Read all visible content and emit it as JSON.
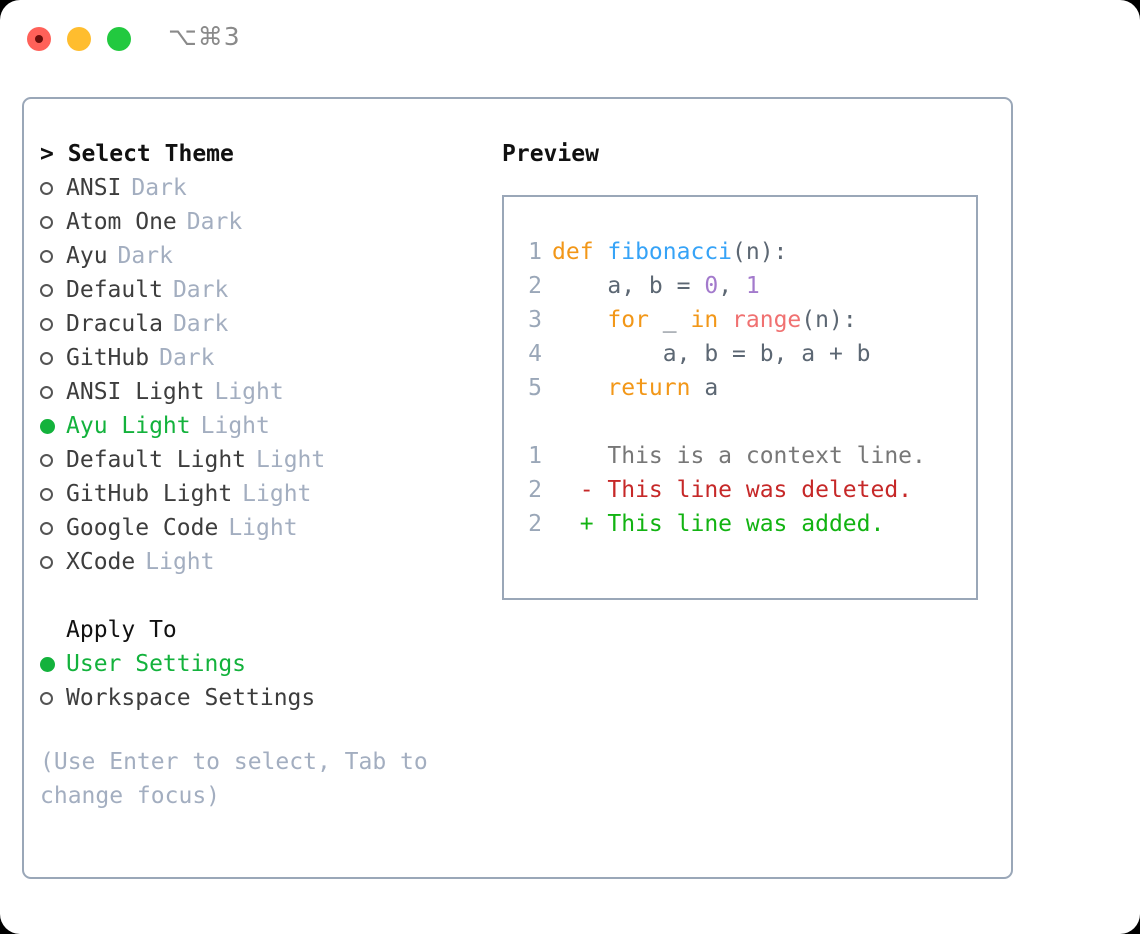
{
  "titlebar": {
    "shortcut": "⌥⌘3",
    "buttons": [
      "close",
      "minimize",
      "maximize"
    ]
  },
  "left": {
    "heading": "> Select Theme",
    "themes": [
      {
        "marker": "empty",
        "name": "ANSI",
        "tag": "Dark",
        "selected": false
      },
      {
        "marker": "empty",
        "name": "Atom One",
        "tag": "Dark",
        "selected": false
      },
      {
        "marker": "empty",
        "name": "Ayu",
        "tag": "Dark",
        "selected": false
      },
      {
        "marker": "empty",
        "name": "Default",
        "tag": "Dark",
        "selected": false
      },
      {
        "marker": "empty",
        "name": "Dracula",
        "tag": "Dark",
        "selected": false
      },
      {
        "marker": "empty",
        "name": "GitHub",
        "tag": "Dark",
        "selected": false
      },
      {
        "marker": "empty",
        "name": "ANSI Light",
        "tag": "Light",
        "selected": false
      },
      {
        "marker": "filled",
        "name": "Ayu Light",
        "tag": "Light",
        "selected": true
      },
      {
        "marker": "empty",
        "name": "Default Light",
        "tag": "Light",
        "selected": false
      },
      {
        "marker": "empty",
        "name": "GitHub Light",
        "tag": "Light",
        "selected": false
      },
      {
        "marker": "empty",
        "name": "Google Code",
        "tag": "Light",
        "selected": false
      },
      {
        "marker": "empty",
        "name": "XCode",
        "tag": "Light",
        "selected": false
      }
    ],
    "apply_to_heading": "Apply To",
    "apply_to": [
      {
        "marker": "filled",
        "name": "User Settings",
        "selected": true
      },
      {
        "marker": "empty",
        "name": "Workspace Settings",
        "selected": false
      }
    ],
    "hint": "(Use Enter to select, Tab to change focus)"
  },
  "right": {
    "preview_title": "Preview",
    "code": {
      "lines": [
        {
          "n": "1",
          "tokens": [
            {
              "t": "def ",
              "c": "kw"
            },
            {
              "t": "fibonacci",
              "c": "fn"
            },
            {
              "t": "(n):",
              "c": "pl"
            }
          ]
        },
        {
          "n": "2",
          "tokens": [
            {
              "t": "    a, b = ",
              "c": "pl"
            },
            {
              "t": "0",
              "c": "num"
            },
            {
              "t": ", ",
              "c": "pl"
            },
            {
              "t": "1",
              "c": "num"
            }
          ]
        },
        {
          "n": "3",
          "tokens": [
            {
              "t": "    ",
              "c": "pl"
            },
            {
              "t": "for",
              "c": "kw"
            },
            {
              "t": " _ ",
              "c": "pl"
            },
            {
              "t": "in",
              "c": "kw"
            },
            {
              "t": " ",
              "c": "pl"
            },
            {
              "t": "range",
              "c": "bi"
            },
            {
              "t": "(n):",
              "c": "pl"
            }
          ]
        },
        {
          "n": "4",
          "tokens": [
            {
              "t": "        a, b = b, a + b",
              "c": "pl"
            }
          ]
        },
        {
          "n": "5",
          "tokens": [
            {
              "t": "    ",
              "c": "pl"
            },
            {
              "t": "return",
              "c": "kw"
            },
            {
              "t": " a",
              "c": "pl"
            }
          ]
        }
      ],
      "diff": [
        {
          "n": "1",
          "sign": " ",
          "text": "This is a context line.",
          "kind": "ctx"
        },
        {
          "n": "2",
          "sign": "-",
          "text": "This line was deleted.",
          "kind": "del"
        },
        {
          "n": "2",
          "sign": "+",
          "text": "This line was added.",
          "kind": "add"
        }
      ]
    }
  },
  "colors": {
    "accent_green": "#13b23c",
    "tag_gray": "#a3aec0",
    "border": "#9aa7b8",
    "keyword": "#f29718",
    "function": "#36a3f7",
    "number": "#a37acc",
    "builtin": "#f07171",
    "diff_add": "#12b312",
    "diff_del": "#c62828"
  }
}
